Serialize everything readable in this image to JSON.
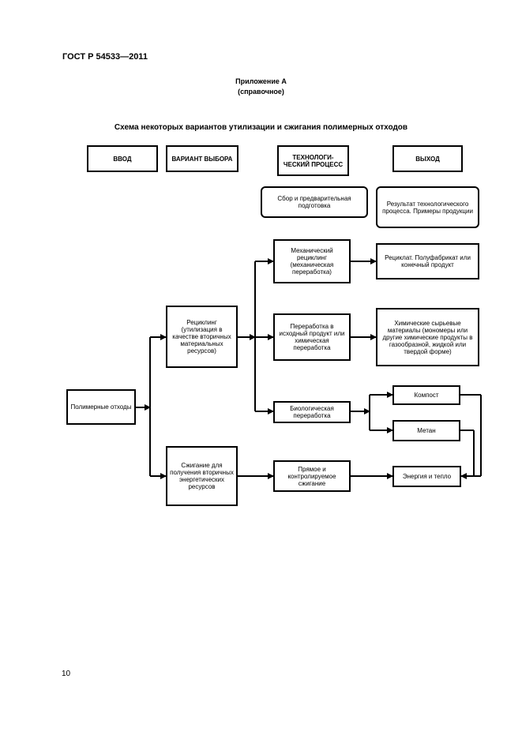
{
  "header": {
    "standard": "ГОСТ Р 54533—2011"
  },
  "appendix": {
    "label": "Приложение А",
    "note": "(справочное)"
  },
  "scheme_title": "Схема некоторых вариантов утилизации и сжигания полимерных отходов",
  "columns": {
    "input": "ВВОД",
    "option": "ВАРИАНТ ВЫБОРА",
    "process": "ТЕХНОЛОГИ-ЧЕСКИЙ ПРОЦЕСС",
    "output": "ВЫХОД"
  },
  "subheaders": {
    "collection": "Сбор и предварительная подготовка",
    "result": "Результат технологического процесса. Примеры продукции"
  },
  "nodes": {
    "waste": "Полимерные отходы",
    "recycling": "Рециклинг (утилизация в качестве вторичных материальных ресурсов)",
    "incineration": "Сжигание для получения вторичных энергетических ресурсов",
    "mechanical": "Механический рециклинг (механическая переработка)",
    "chemical": "Переработка в исходный продукт или химическая переработка",
    "biological": "Биологическая переработка",
    "direct_burn": "Прямое и контролируемое сжигание",
    "recyclate": "Рециклат. Полуфабрикат или конечный продукт",
    "raw_materials": "Химические сырьевые материалы (мономеры или другие химические продукты в газообразной, жидкой или твердой форме)",
    "compost": "Компост",
    "methane": "Метан",
    "energy": "Энергия и тепло"
  },
  "footer": {
    "page_number": "10"
  }
}
